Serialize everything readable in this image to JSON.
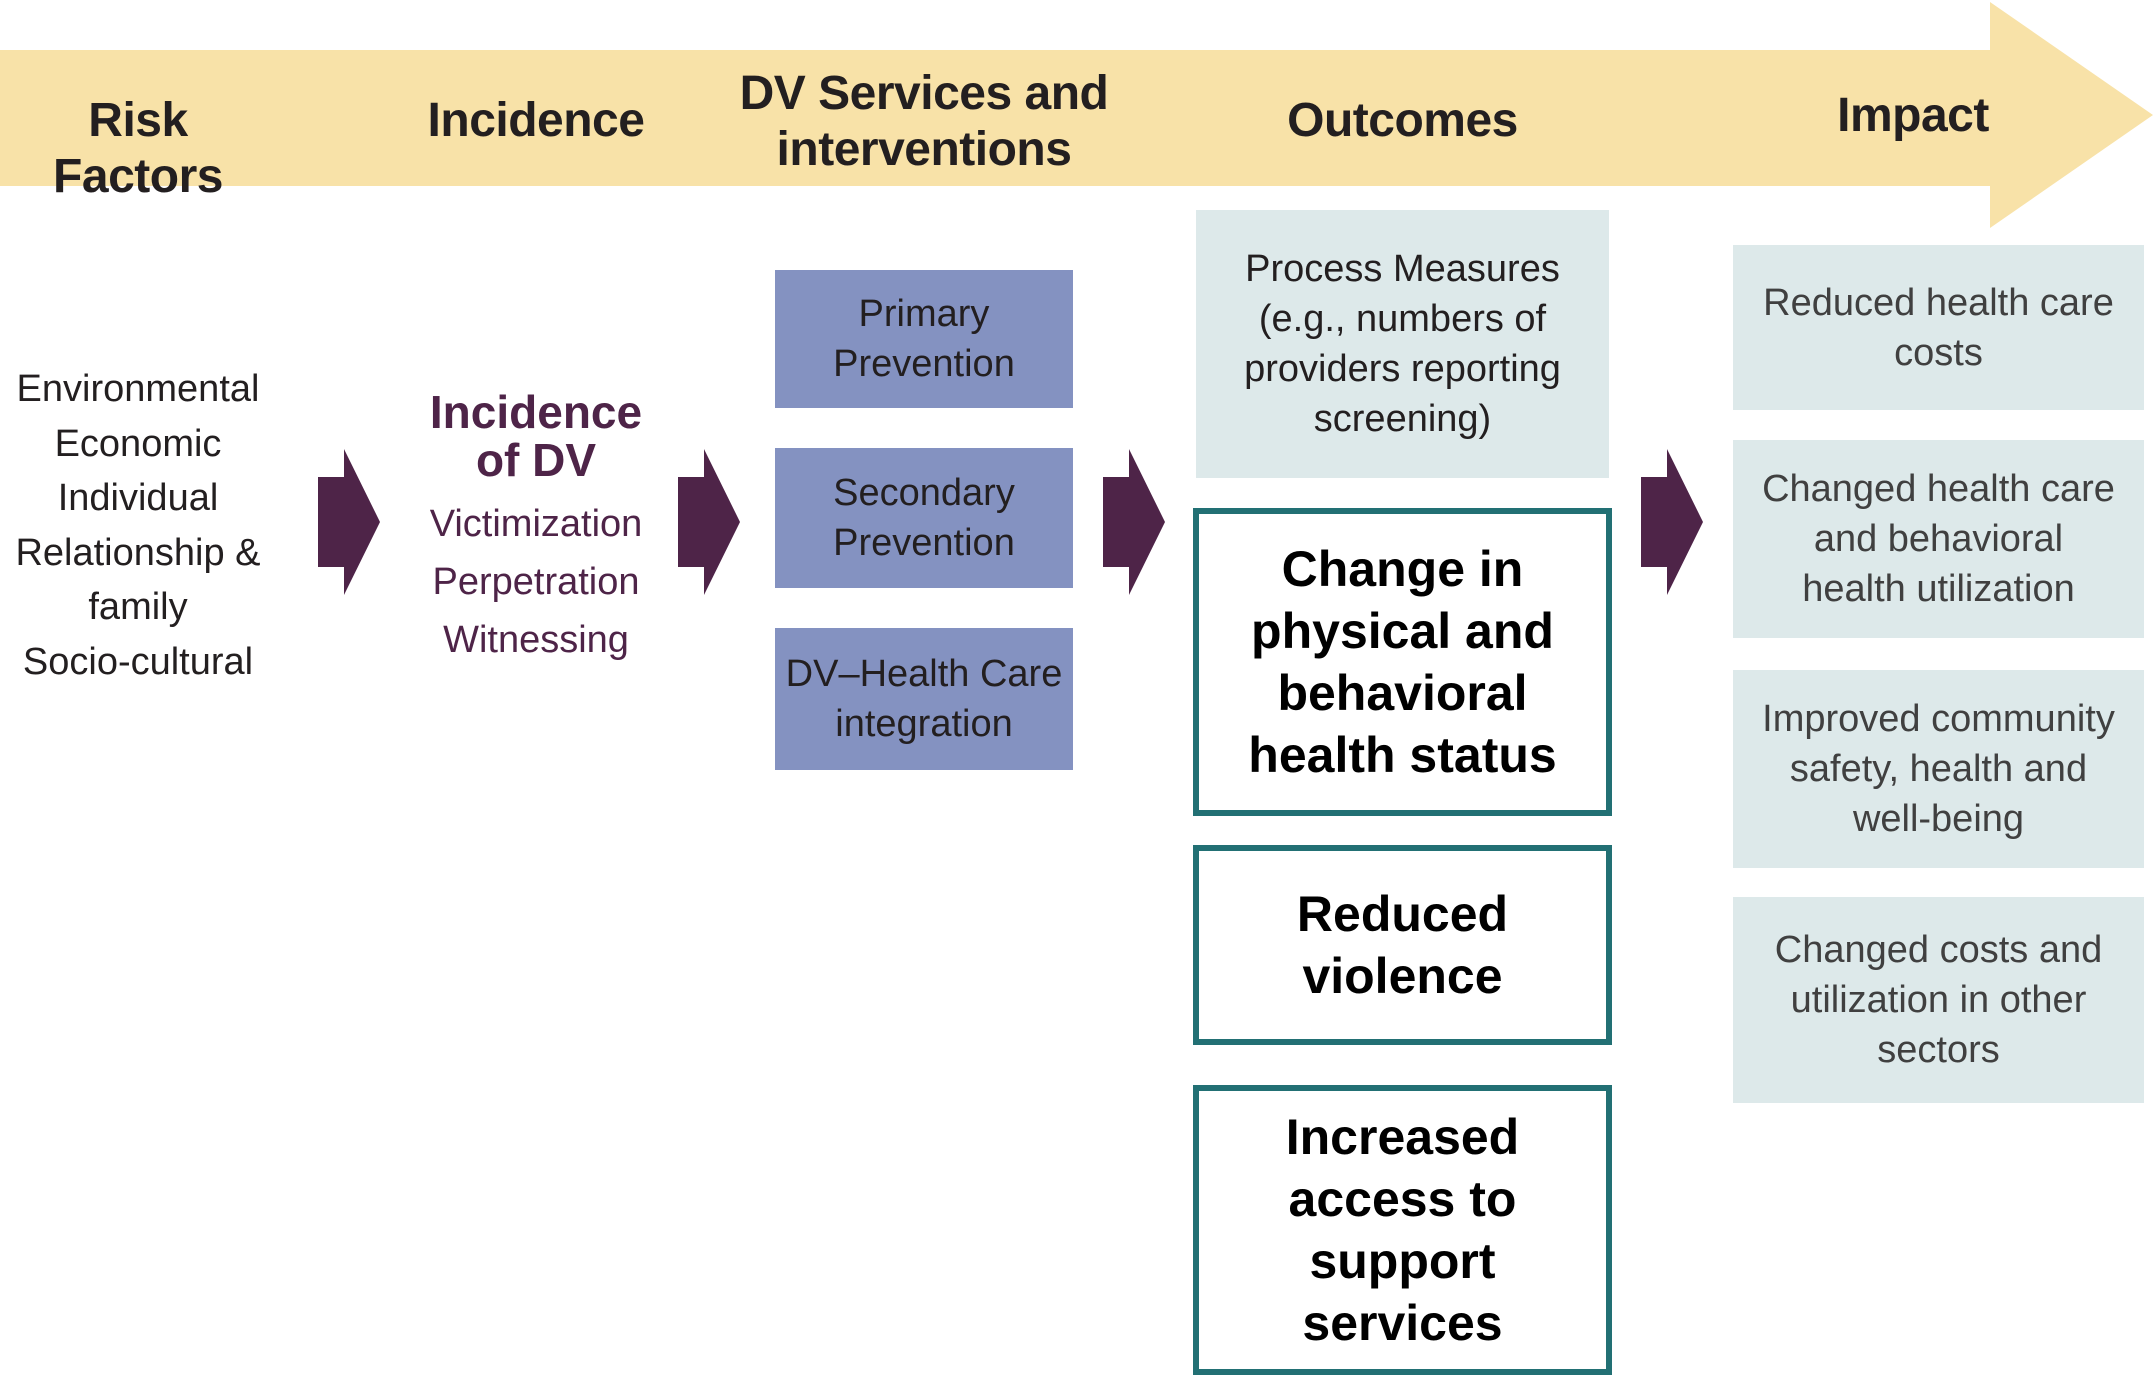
{
  "colors": {
    "banner": "#f8e2a8",
    "chevron": "#4e2448",
    "service_box": "#8492c1",
    "light_box": "#dde9ea",
    "outcome_border": "#227074",
    "incidence_text": "#4e2448"
  },
  "icons": {
    "flow_arrow": "chevron-right-arrow-icon"
  },
  "headers": {
    "risk_factors": "Risk Factors",
    "incidence": "Incidence",
    "services_line1": "DV Services and",
    "services_line2": "interventions",
    "outcomes": "Outcomes",
    "impact": "Impact"
  },
  "risk_factors": [
    "Environmental",
    "Economic",
    "Individual",
    "Relationship &",
    "family",
    "Socio-cultural"
  ],
  "incidence": {
    "title": "Incidence\nof DV",
    "items": [
      "Victimization",
      "Perpetration",
      "Witnessing"
    ]
  },
  "services": [
    "Primary\nPrevention",
    "Secondary\nPrevention",
    "DV–Health Care\nintegration"
  ],
  "outcomes": {
    "process": "Process Measures\n(e.g., numbers of\nproviders reporting\nscreening)",
    "boxes": [
      "Change in\nphysical and\nbehavioral\nhealth status",
      "Reduced\nviolence",
      "Increased\naccess to\nsupport\nservices"
    ]
  },
  "impact": [
    "Reduced health care\ncosts",
    "Changed health care\nand behavioral\nhealth utilization",
    "Improved community\nsafety, health and\nwell-being",
    "Changed costs and\nutilization in other\nsectors"
  ]
}
